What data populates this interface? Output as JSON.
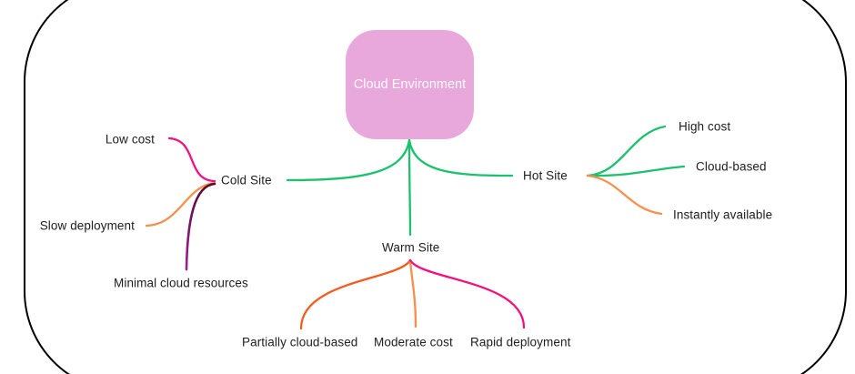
{
  "diagram": {
    "type": "mindmap",
    "root": {
      "label": "Cloud Environment"
    },
    "branches": [
      {
        "label": "Cold Site",
        "children": [
          {
            "label": "Low cost"
          },
          {
            "label": "Slow deployment"
          },
          {
            "label": "Minimal cloud resources"
          }
        ]
      },
      {
        "label": "Warm Site",
        "children": [
          {
            "label": "Partially cloud-based"
          },
          {
            "label": "Moderate cost"
          },
          {
            "label": "Rapid deployment"
          }
        ]
      },
      {
        "label": "Hot Site",
        "children": [
          {
            "label": "High cost"
          },
          {
            "label": "Cloud-based"
          },
          {
            "label": "Instantly available"
          }
        ]
      }
    ],
    "colors": {
      "green": "#1bc16d",
      "magenta": "#f1127e",
      "orange": "#f7904d",
      "orange_red": "#f25c1d",
      "purple_dark": "#55082f",
      "purple": "#9c2191",
      "node_fill": "#e8a8dc",
      "node_text": "#ffffff",
      "label_text": "#202020",
      "frame": "#000000"
    }
  }
}
